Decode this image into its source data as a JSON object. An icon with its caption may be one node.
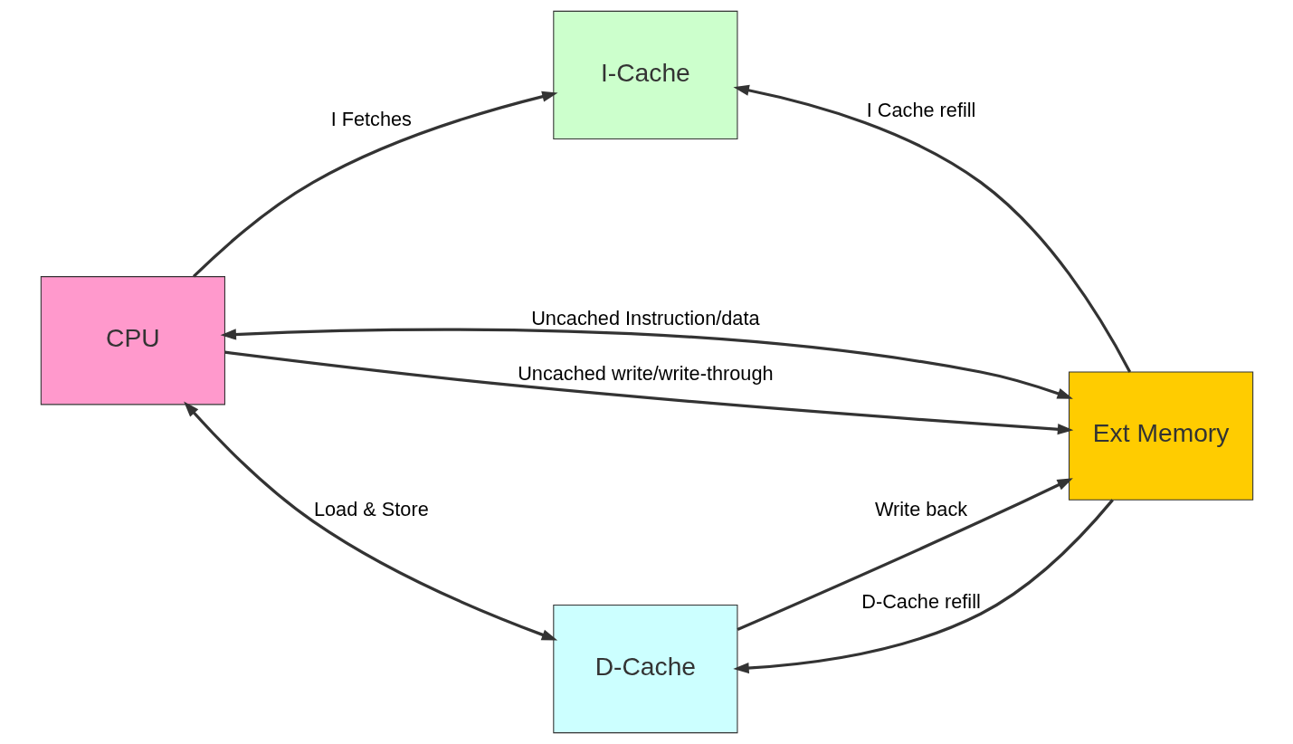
{
  "diagram": {
    "nodes": [
      {
        "text": [
          "I-Cache"
        ]
      },
      {
        "text": [
          "CPU"
        ]
      },
      {
        "text": [
          "Ext Memory"
        ]
      },
      {
        "text": [
          "D-Cache"
        ]
      }
    ],
    "edges": [
      {
        "from": 1,
        "to": 0,
        "arrow": "to",
        "label": "I Fetches"
      },
      {
        "from": 2,
        "to": 0,
        "arrow": "to",
        "label": "I Cache refill"
      },
      {
        "from": 1,
        "to": 2,
        "arrow": "both",
        "label": "Uncached Instruction/data"
      },
      {
        "from": 1,
        "to": 2,
        "arrow": "to",
        "label": "Uncached write/write-through"
      },
      {
        "from": 1,
        "to": 3,
        "arrow": "both",
        "label": "Load & Store"
      },
      {
        "from": 3,
        "to": 2,
        "arrow": "to",
        "label": "Write back"
      },
      {
        "from": 2,
        "to": 3,
        "arrow": "to",
        "label": "D-Cache refill"
      }
    ]
  }
}
